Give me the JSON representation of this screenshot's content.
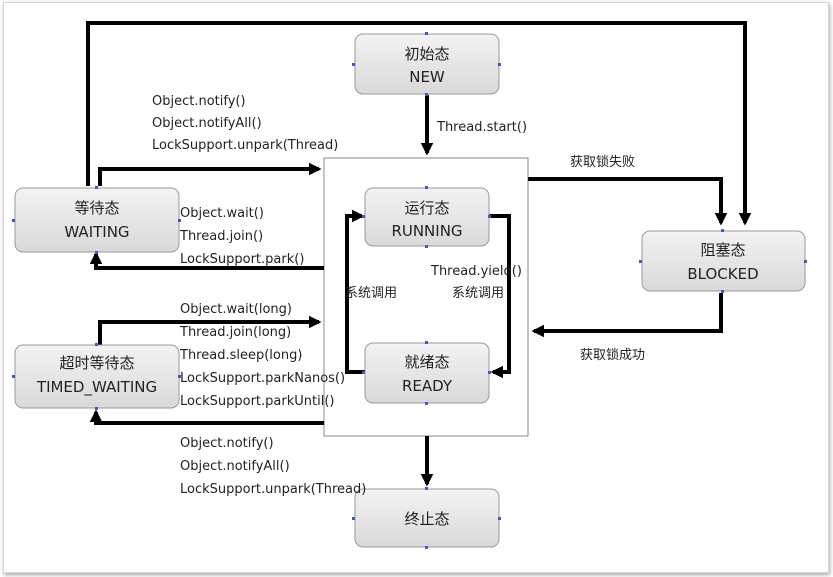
{
  "nodes": {
    "new": {
      "zh": "初始态",
      "en": "NEW"
    },
    "running": {
      "zh": "运行态",
      "en": "RUNNING"
    },
    "ready": {
      "zh": "就绪态",
      "en": "READY"
    },
    "waiting": {
      "zh": "等待态",
      "en": "WAITING"
    },
    "timed_waiting": {
      "zh": "超时等待态",
      "en": "TIMED_WAITING"
    },
    "blocked": {
      "zh": "阻塞态",
      "en": "BLOCKED"
    },
    "terminated": {
      "zh": "终止态",
      "en": ""
    }
  },
  "edges": {
    "start": "Thread.start()",
    "lock_fail": "获取锁失败",
    "lock_success": "获取锁成功",
    "to_waiting": [
      "Object.wait()",
      "Thread.join()",
      "LockSupport.park()"
    ],
    "from_waiting": [
      "Object.notify()",
      "Object.notifyAll()",
      "LockSupport.unpark(Thread)"
    ],
    "to_timed_waiting": [
      "Object.wait(long)",
      "Thread.join(long)",
      "Thread.sleep(long)",
      "LockSupport.parkNanos()",
      "LockSupport.parkUntil()"
    ],
    "from_timed_waiting": [
      "Object.notify()",
      "Object.notifyAll()",
      "LockSupport.unpark(Thread)"
    ],
    "yield": "Thread.yield()",
    "syscall_left": "系统调用",
    "syscall_right": "系统调用"
  }
}
